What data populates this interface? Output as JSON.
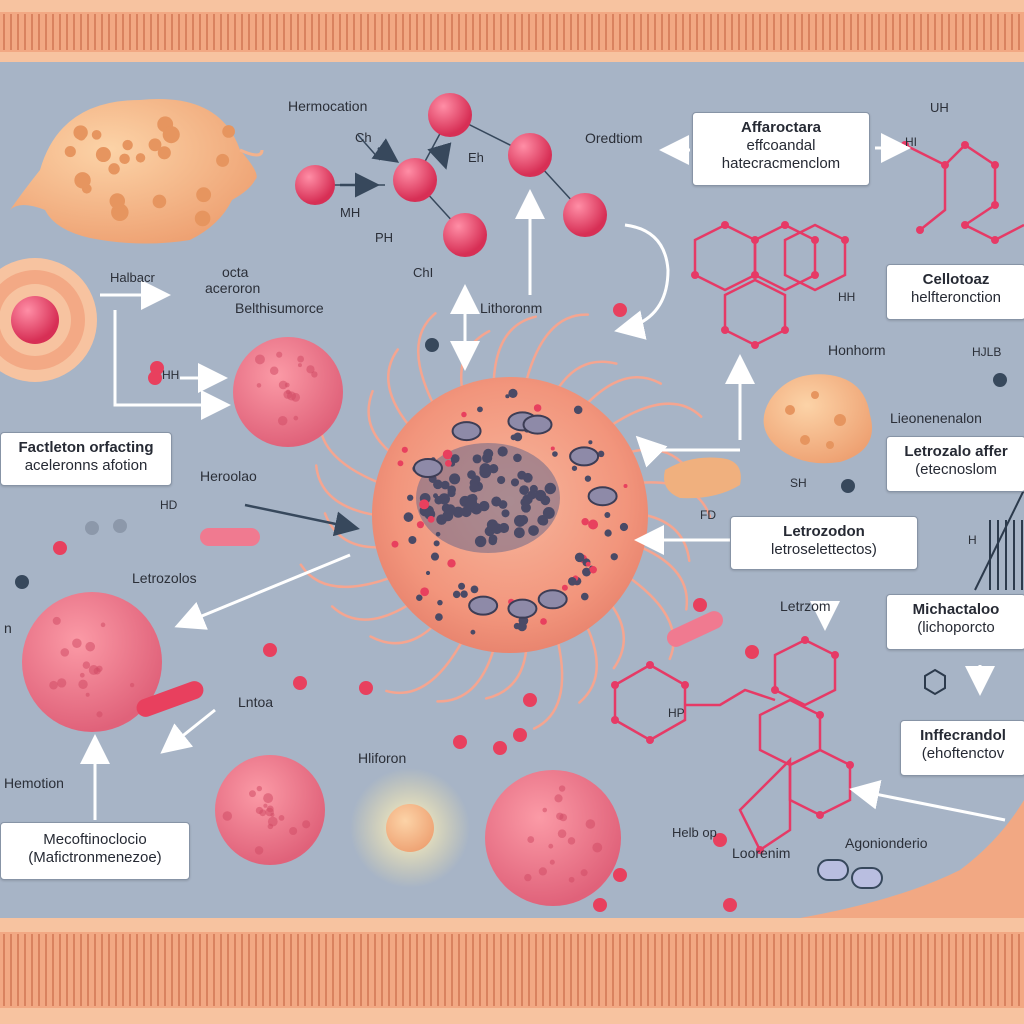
{
  "colors": {
    "background": "#a7b4c6",
    "membrane": "#f4b48c",
    "membrane_dark": "#e08c64",
    "cell_body": "#f49a84",
    "molecule_red": "#e8405e",
    "nucleus_dark": "#4a4a66",
    "structure_line": "#e63a66",
    "arrow": "#ffffff"
  },
  "labels": {
    "hormocation": "Hermocation",
    "ch_top": "Ch",
    "mh": "MH",
    "eh": "Eh",
    "ph": "PH",
    "chl": "ChI",
    "oredtion": "Oredtiom",
    "halbacr": "Halbacr",
    "octa_line1": "octa",
    "octa_line2": "aceroron",
    "belthi": "Belthisumorce",
    "lithoronm": "Lithoronm",
    "hh": "HH",
    "heroolao": "Heroolao",
    "hd": "HD",
    "letrozolos": "Letrozolos",
    "ln": "n",
    "lntoa": "Lntoa",
    "hliforon": "Hliforon",
    "hemotion": "Hemotion",
    "helbop": "Helb op",
    "loorenim": "Loorenim",
    "agonionde": "Agonionderio",
    "letrzom": "Letrzom",
    "honhorm": "Honhorm",
    "lieo": "Lieonenenalon",
    "sh": "SH",
    "fd": "FD",
    "uh": "UH",
    "hl": "HI",
    "hib": "HJLB",
    "h_right": "H",
    "hp": "HP",
    "hhr": "HH"
  },
  "boxes": {
    "affarectara": {
      "line1": "Affaroctara",
      "line2": "effcoandal",
      "line3": "hatecracmenclom"
    },
    "celoloaz": {
      "line1": "Cellotoaz",
      "line2": "helfteronction"
    },
    "factleton": {
      "line1": "Factleton orfacting",
      "line2": "aceleronns afotion"
    },
    "letrozoleaffer": {
      "line1": "Letrozalo affer",
      "line2": "(etecnoslom"
    },
    "letrozodon": {
      "line1": "Letrozodon",
      "line2": "letroselettectos)"
    },
    "michaetaloo": {
      "line1": "Michactaloo",
      "line2": "(lichoporcto"
    },
    "inflecrandol": {
      "line1": "Inffecrandol",
      "line2": "(ehoftenctov"
    },
    "mecothinociclo": {
      "line1": "Mecoftinoclocio",
      "line2": "(Mafictronmenezoe)"
    }
  }
}
